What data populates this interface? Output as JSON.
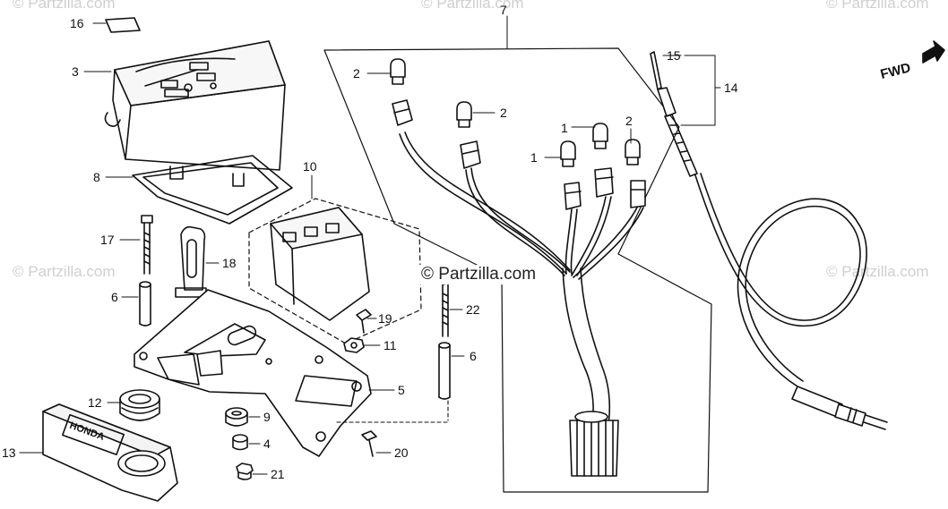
{
  "watermarks": {
    "text": "© Partzilla.com",
    "center": "© Partzilla.com"
  },
  "direction_label": "FWD",
  "brand_badge": "HONDA",
  "callouts": {
    "c1a": "1",
    "c1b": "1",
    "c2a": "2",
    "c2b": "2",
    "c2c": "2",
    "c3": "3",
    "c4": "4",
    "c5": "5",
    "c6a": "6",
    "c6b": "6",
    "c7": "7",
    "c8": "8",
    "c9": "9",
    "c10": "10",
    "c11": "11",
    "c12": "12",
    "c13": "13",
    "c14": "14",
    "c15": "15",
    "c16": "16",
    "c17": "17",
    "c18": "18",
    "c19": "19",
    "c20": "20",
    "c21": "21",
    "c22": "22"
  }
}
